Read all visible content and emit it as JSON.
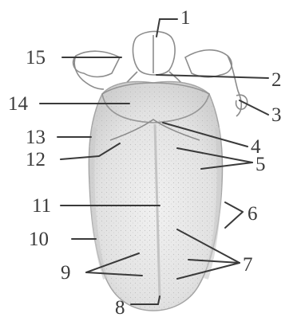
{
  "figure": {
    "labels": [
      "1",
      "2",
      "3",
      "4",
      "5",
      "6",
      "7",
      "8",
      "9",
      "10",
      "11",
      "12",
      "13",
      "14",
      "15"
    ]
  },
  "colors": {
    "ink": "#3a3a3a",
    "outline": "#8c8c8c",
    "tongue_fill": "#e9e9e9",
    "tongue_shade": "#d4d4d4",
    "background": "#ffffff"
  }
}
